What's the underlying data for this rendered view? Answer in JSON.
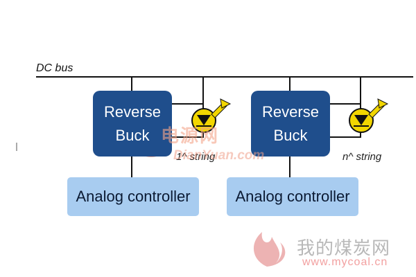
{
  "dc_bus_label": "DC bus",
  "converters": [
    {
      "title_line1": "Reverse",
      "title_line2": "Buck",
      "string_label": "1^ string",
      "controller_label": "Analog controller"
    },
    {
      "title_line1": "Reverse",
      "title_line2": "Buck",
      "string_label": "n^ string",
      "controller_label": "Analog controller"
    }
  ],
  "watermarks": {
    "top_logo_text": "电源网",
    "top_logo_url_text": "DianYuan.com",
    "bottom_logo_text": "我的煤炭网",
    "bottom_logo_url_text": "www.mycoal.cn"
  },
  "colors": {
    "reverse_buck_fill": "#1f4e8c",
    "controller_fill": "#a8ccf0",
    "led_fill": "#f2d600",
    "wire": "#111111"
  },
  "icons": [
    "led-icon",
    "led-icon",
    "plug-logo-icon",
    "flame-logo-icon"
  ]
}
